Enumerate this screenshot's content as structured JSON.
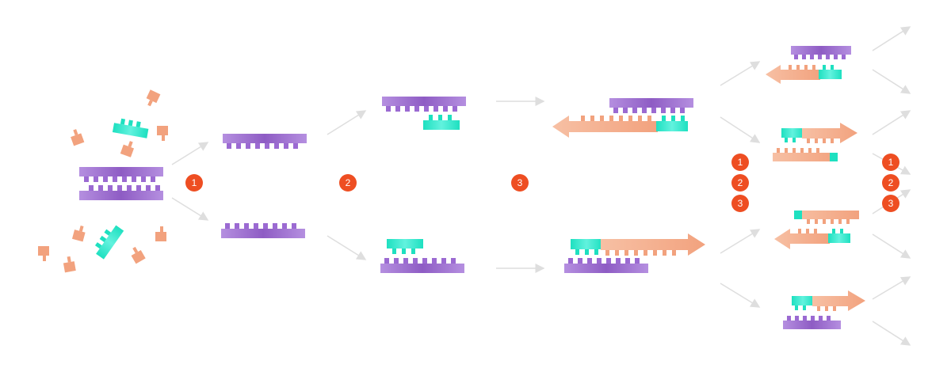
{
  "steps": [
    "1",
    "2",
    "3"
  ],
  "colors": {
    "template_strand": "#8e5cc4",
    "template_strand_light": "#b58fe0",
    "primer": "#1ee0c0",
    "primer_light": "#62f2de",
    "new_strand": "#f2a27e",
    "new_strand_light": "#f7c0a4",
    "step_marker": "#ee4e22",
    "arrow": "#dedede"
  },
  "icons": [
    "dna-double-strand-icon",
    "primer-icon",
    "nucleotide-icon",
    "strand-arrow-icon",
    "step-marker-icon"
  ]
}
